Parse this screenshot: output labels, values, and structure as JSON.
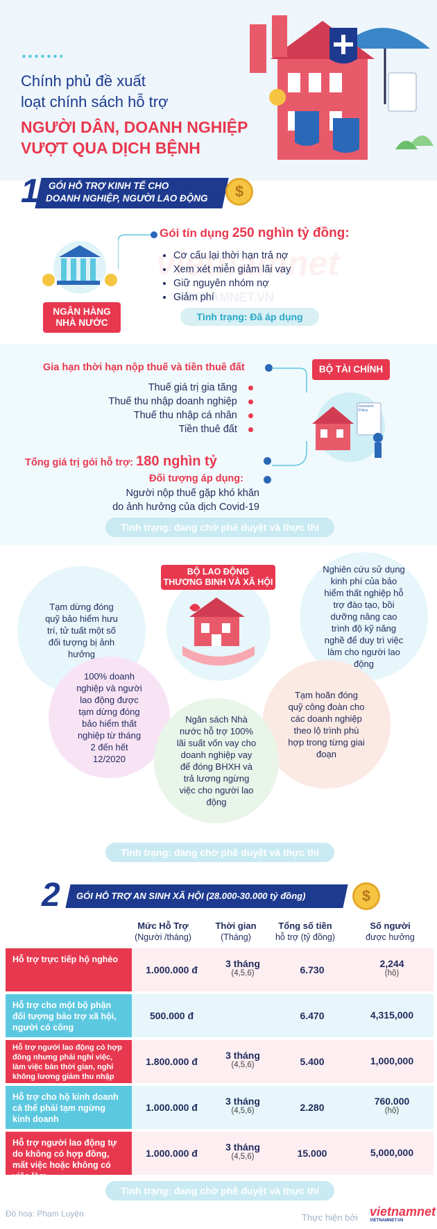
{
  "header": {
    "line1": "Chính phủ đề xuất",
    "line2": "loạt chính sách hỗ trợ",
    "line3": "NGƯỜI DÂN, DOANH NGHIỆP",
    "line4": "VƯỢT QUA DỊCH BỆNH"
  },
  "section1": {
    "number": "1",
    "title_line1": "GÓI HỖ TRỢ KINH TẾ CHO",
    "title_line2": "DOANH NGHIỆP, NGƯỜI LAO ĐỘNG"
  },
  "bank": {
    "label_line1": "NGÂN HÀNG",
    "label_line2": "NHÀ NƯỚC",
    "credit_prefix": "Gói tín dụng ",
    "credit_amount": "250 nghìn tỷ đồng:",
    "items": [
      "Cơ cấu lại thời hạn trả nợ",
      "Xem xét miễn giảm lãi vay",
      "Giữ nguyên nhóm nợ",
      "Giảm phí"
    ],
    "status": "Tình trạng: Đã áp dụng",
    "watermark1": "vietnamnet",
    "watermark2": "VIETNAMNET.VN"
  },
  "finance": {
    "label": "BỘ TÀI CHÍNH",
    "heading": "Gia hạn thời hạn nộp thuế và tiền thuê đất",
    "items": [
      "Thuế giá trị gia tăng",
      "Thuế thu nhập doanh nghiệp",
      "Thuế thu nhập cá nhân",
      "Tiền thuê đất"
    ],
    "total_prefix": "Tổng giá trị gói hỗ trợ: ",
    "total_amount": "180 nghìn tỷ",
    "target_label": "Đối tượng áp dụng:",
    "target_line1": "Người nộp thuế gặp khó khăn",
    "target_line2": "do ảnh hưởng của dịch Covid-19",
    "status": "Tình trạng: đang chờ phê duyệt và thực thi",
    "policy_card": "Insurance Policy"
  },
  "labor": {
    "label_line1": "BỘ LAO ĐỘNG",
    "label_line2": "THƯƠNG BINH VÀ XÃ HỘI",
    "bubbles": [
      "Tạm dừng đóng quỹ bảo hiểm hưu trí, tử tuất một số đối tượng bị ảnh hưởng",
      "Nghiên cứu sử dụng kinh phí của bảo hiểm thất nghiệp hỗ trợ đào tạo, bồi dưỡng nâng cao trình độ kỹ năng nghề để duy trì việc làm cho người lao động",
      "100% doanh nghiệp và người lao động được tạm dừng đóng bảo hiểm thất nghiệp từ tháng 2 đến hết 12/2020",
      "Tạm hoãn đóng quỹ công đoàn cho các doanh nghiệp theo lộ trình phù hợp trong từng giai đoạn",
      "Ngân sách Nhà nước hỗ trợ 100% lãi suất vốn vay cho doanh nghiệp vay để đóng BHXH và trả lương ngừng việc cho người lao động"
    ],
    "status": "Tình trạng: đang chờ phê duyệt và thực thi"
  },
  "section2": {
    "number": "2",
    "title": "GÓI HỖ TRỢ AN SINH XÃ HỘI (28.000-30.000 tỷ đồng)",
    "headers": [
      {
        "main": "Mức Hỗ Trợ",
        "sub": "(Người /tháng)"
      },
      {
        "main": "Thời gian",
        "sub": "(Tháng)"
      },
      {
        "main": "Tổng số tiền",
        "sub": "hỗ trợ (tỷ đồng)"
      },
      {
        "main": "Số người",
        "sub": "được hưởng"
      }
    ],
    "rows": [
      {
        "label": "Hỗ trợ trực tiếp hộ nghèo",
        "amount": "1.000.000 đ",
        "time": "3 tháng",
        "months": "(4,5,6)",
        "total": "6.730",
        "people": "2,244",
        "people_sub": "(hộ)",
        "color": "#e8384f"
      },
      {
        "label": "Hỗ trợ cho một bộ phận đối tượng bảo trợ xã hội, người có công",
        "amount": "500.000 đ",
        "time": "",
        "months": "",
        "total": "6.470",
        "people": "4,315,000",
        "people_sub": "",
        "color": "#5bc8e0"
      },
      {
        "label": "Hỗ trợ người lao động có hợp đồng nhưng phải nghỉ việc, làm việc bán thời gian, nghỉ không lương giảm thu nhập",
        "amount": "1.800.000 đ",
        "time": "3 tháng",
        "months": "(4,5,6)",
        "total": "5.400",
        "people": "1,000,000",
        "people_sub": "",
        "color": "#e8384f"
      },
      {
        "label": "Hỗ trợ cho hộ kinh doanh cá thể phải tạm ngừng kinh doanh",
        "amount": "1.000.000 đ",
        "time": "3 tháng",
        "months": "(4,5,6)",
        "total": "2.280",
        "people": "760.000",
        "people_sub": "(hộ)",
        "color": "#5bc8e0"
      },
      {
        "label": "Hỗ trợ người lao động tự do không có hợp đồng, mất việc hoặc không có việc làm",
        "amount": "1.000.000 đ",
        "time": "3 tháng",
        "months": "(4,5,6)",
        "total": "15.000",
        "people": "5,000,000",
        "people_sub": "",
        "color": "#e8384f"
      }
    ],
    "status": "Tình trạng: đang chờ phê duyệt và thực thi"
  },
  "footer": {
    "graphics": "Đồ hoạ: Phạm Luyện",
    "made_by": "Thực hiện bởi",
    "brand": "vietnamnet",
    "brand_sub": "VIETNAMNET.VN"
  },
  "colors": {
    "red": "#e8384f",
    "navy": "#1d3a8f",
    "teal": "#2aa8c8",
    "light_teal": "#d8f0f4"
  }
}
